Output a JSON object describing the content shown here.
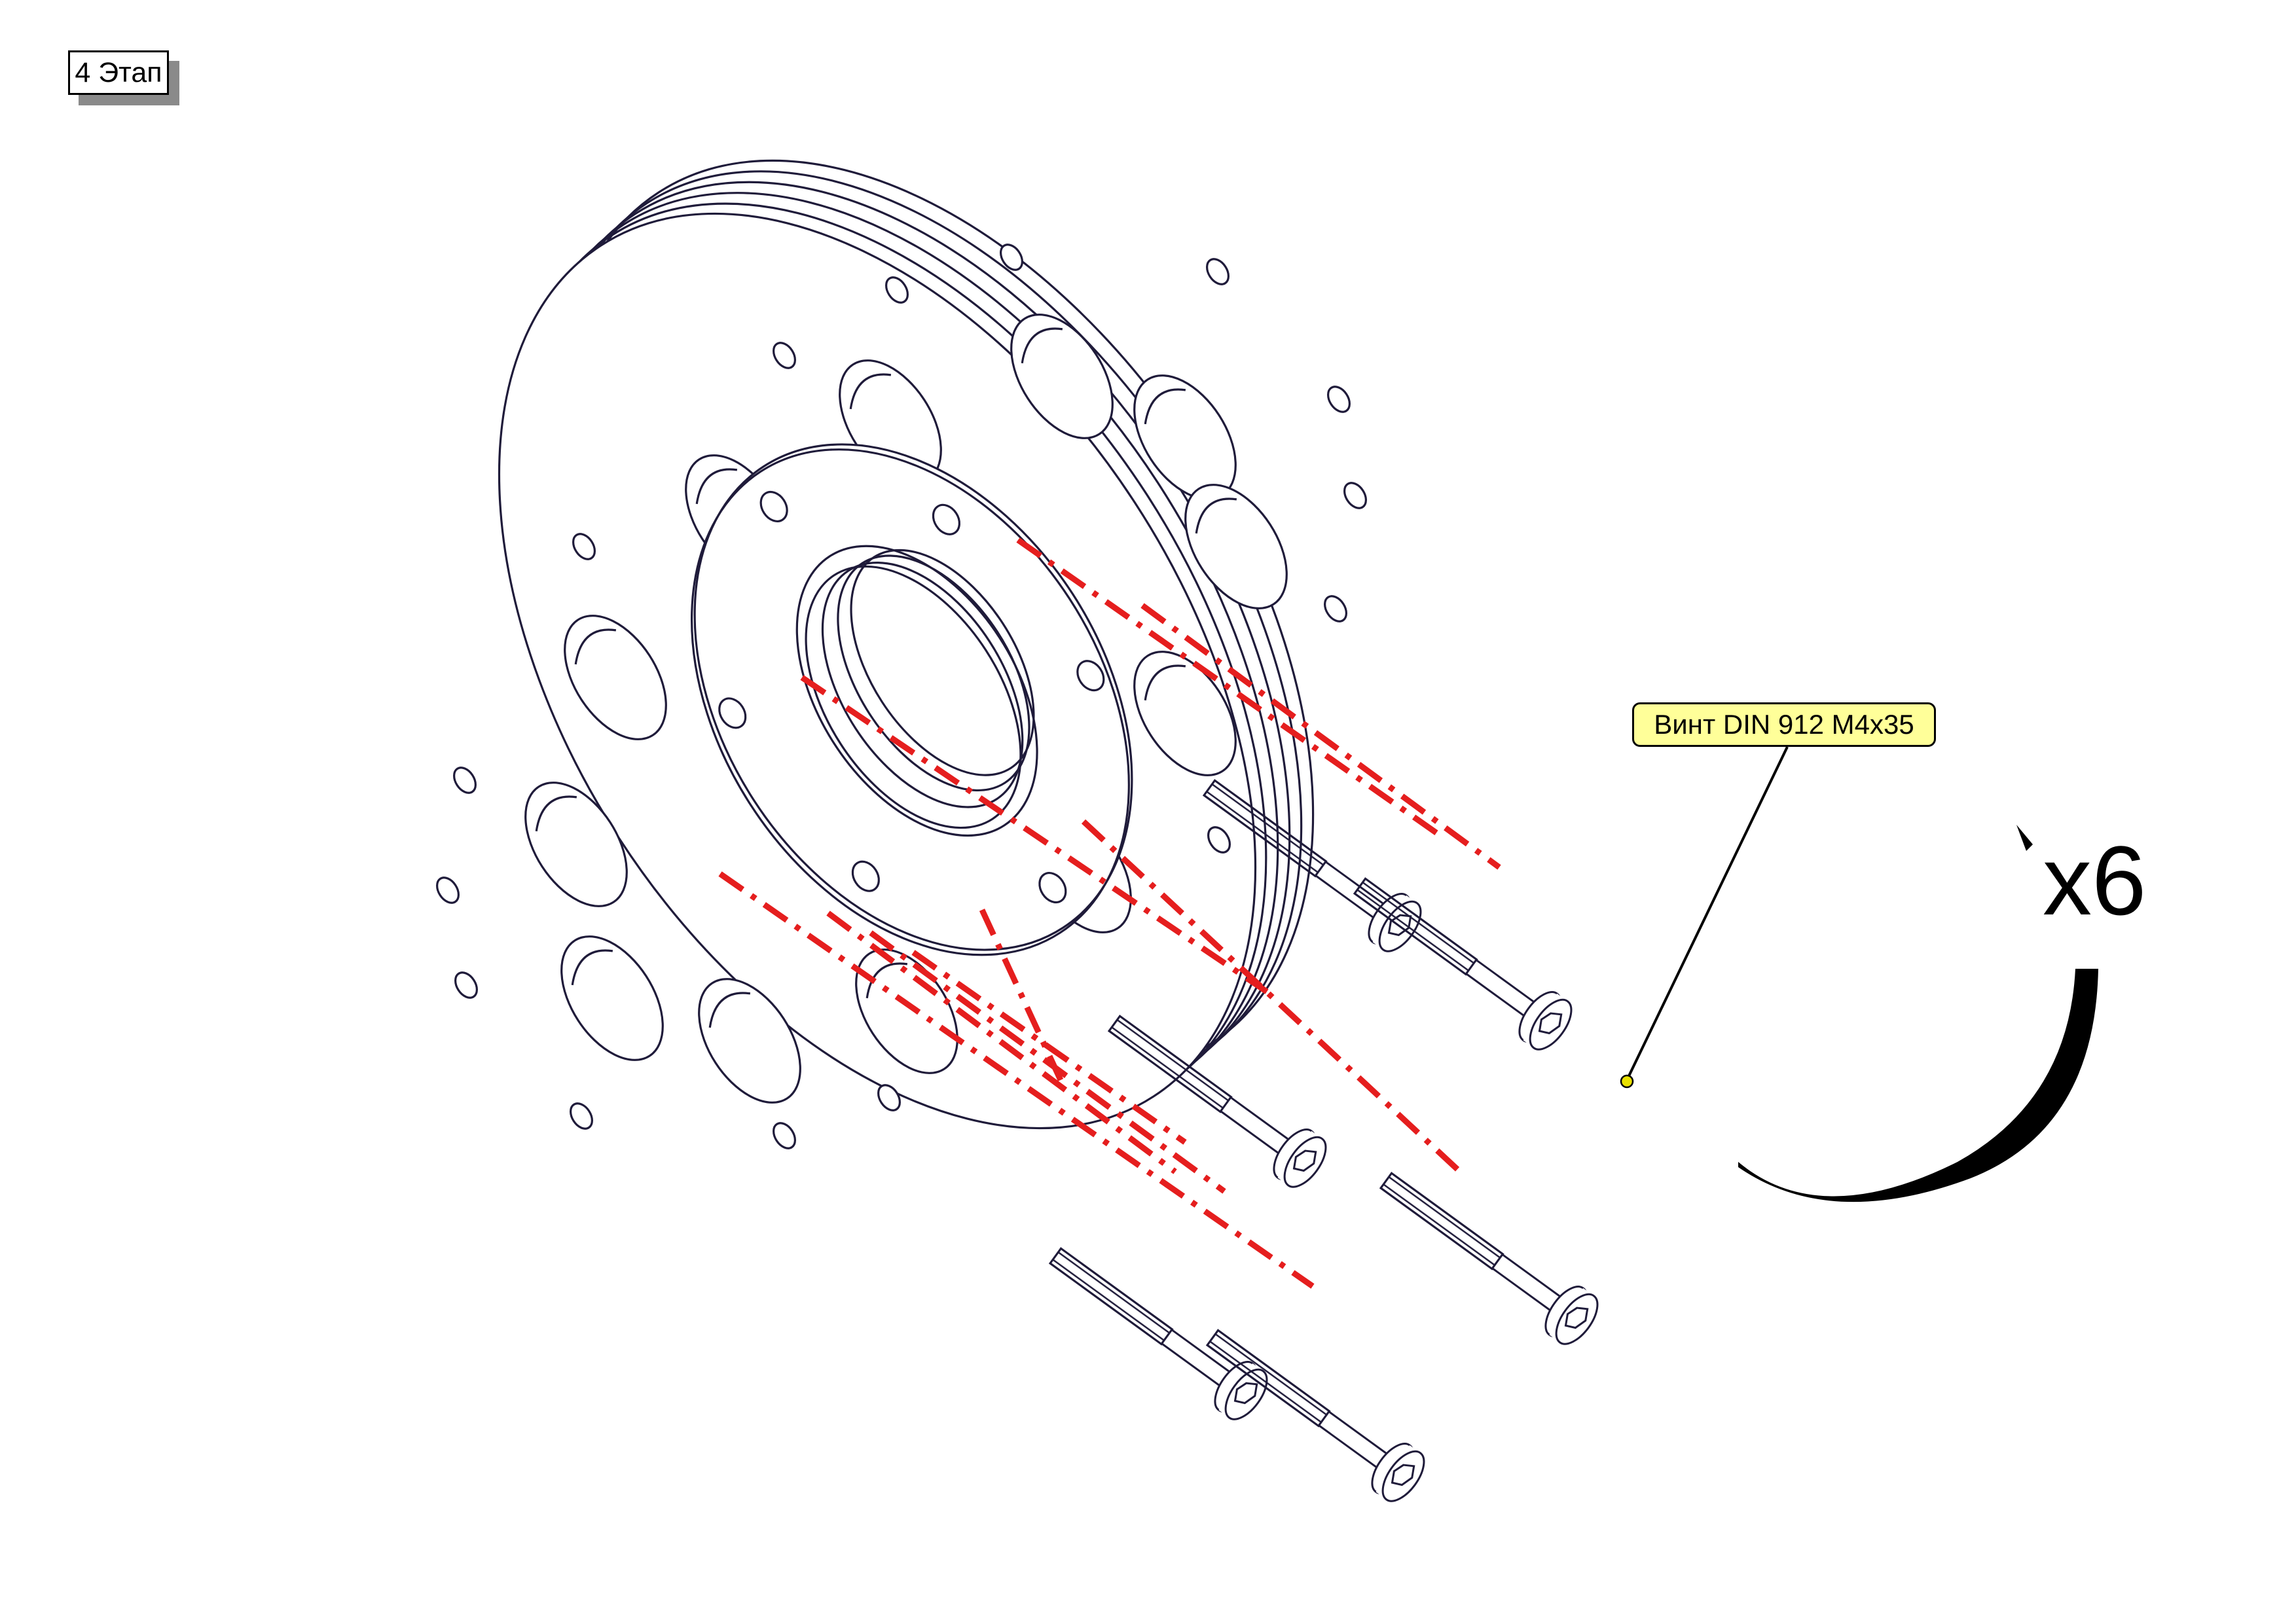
{
  "stage_label": "4 Этап",
  "part_callout": "Винт  DIN 912 M4x35",
  "quantity": "x6",
  "colors": {
    "outline": "#1f1b3a",
    "guide_line": "#e51e1e",
    "callout_fill": "#ffff99",
    "callout_dot": "#e8e000",
    "label_shadow": "#8a8a8a"
  },
  "icons": [
    "wheel-hub-flange",
    "socket-head-cap-screw",
    "rotation-arrow-icon"
  ]
}
